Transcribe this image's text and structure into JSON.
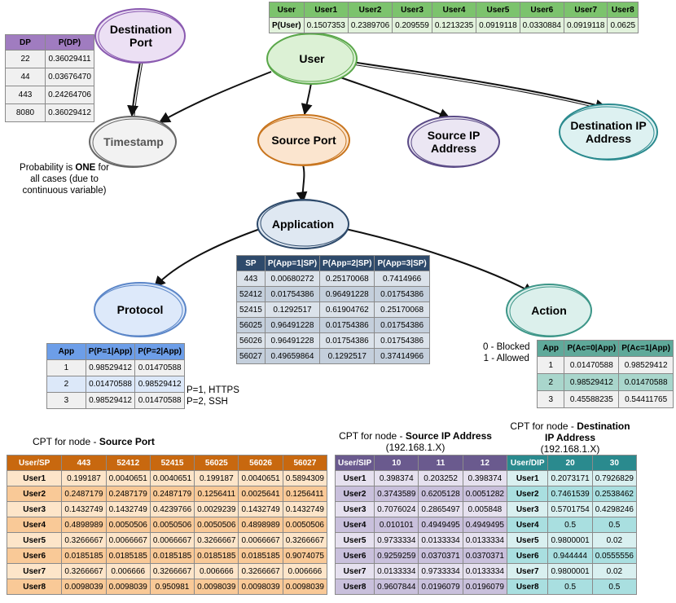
{
  "nodes": {
    "destination_port": "Destination Port",
    "user": "User",
    "timestamp": "Timestamp",
    "source_port": "Source Port",
    "source_ip": "Source IP Address",
    "destination_ip": "Destination IP Address",
    "application": "Application",
    "protocol": "Protocol",
    "action": "Action"
  },
  "colors": {
    "dp_header": "#a07cc0",
    "user_header": "#7cc36d",
    "sp_small_header": "#2e4a6b",
    "protocol_header": "#6d9ee8",
    "action_header": "#5fa99a",
    "cpt_sp_header": "#c8680f",
    "cpt_sip_header": "#6a5a8e",
    "cpt_dip_header": "#2a8a8e"
  },
  "user_table": {
    "headers": [
      "User",
      "User1",
      "User2",
      "User3",
      "User4",
      "User5",
      "User6",
      "User7",
      "User8"
    ],
    "row_label": "P(User)",
    "values": [
      "0.1507353",
      "0.2389706",
      "0.209559",
      "0.1213235",
      "0.0919118",
      "0.0330884",
      "0.0919118",
      "0.0625"
    ]
  },
  "dp_table": {
    "headers": [
      "DP",
      "P(DP)"
    ],
    "rows": [
      [
        "22",
        "0.36029411"
      ],
      [
        "44",
        "0.03676470"
      ],
      [
        "443",
        "0.24264706"
      ],
      [
        "8080",
        "0.36029412"
      ]
    ]
  },
  "timestamp_note": {
    "line1_pre": "Probability is ",
    "line1_bold": "ONE",
    "line1_post": " for",
    "line2": "all cases (due to",
    "line3": "continuous variable)"
  },
  "app_table": {
    "headers": [
      "SP",
      "P(App=1|SP)",
      "P(App=2|SP)",
      "P(App=3|SP)"
    ],
    "rows": [
      [
        "443",
        "0.00680272",
        "0.25170068",
        "0.7414966"
      ],
      [
        "52412",
        "0.01754386",
        "0.96491228",
        "0.01754386"
      ],
      [
        "52415",
        "0.1292517",
        "0.61904762",
        "0.25170068"
      ],
      [
        "56025",
        "0.96491228",
        "0.01754386",
        "0.01754386"
      ],
      [
        "56026",
        "0.96491228",
        "0.01754386",
        "0.01754386"
      ],
      [
        "56027",
        "0.49659864",
        "0.1292517",
        "0.37414966"
      ]
    ]
  },
  "protocol_table": {
    "headers": [
      "App",
      "P(P=1|App)",
      "P(P=2|App)"
    ],
    "rows": [
      [
        "1",
        "0.98529412",
        "0.01470588"
      ],
      [
        "2",
        "0.01470588",
        "0.98529412"
      ],
      [
        "3",
        "0.98529412",
        "0.01470588"
      ]
    ]
  },
  "protocol_note": {
    "line1": "P=1, HTTPS",
    "line2": "P=2, SSH"
  },
  "action_note": {
    "line1": "0 - Blocked",
    "line2": "1 - Allowed"
  },
  "action_table": {
    "headers": [
      "App",
      "P(Ac=0|App)",
      "P(Ac=1|App)"
    ],
    "rows": [
      [
        "1",
        "0.01470588",
        "0.98529412"
      ],
      [
        "2",
        "0.98529412",
        "0.01470588"
      ],
      [
        "3",
        "0.45588235",
        "0.54411765"
      ]
    ]
  },
  "cpt_sp": {
    "caption_pre": "CPT for node - ",
    "caption_bold": "Source Port",
    "headers": [
      "User/SP",
      "443",
      "52412",
      "52415",
      "56025",
      "56026",
      "56027"
    ],
    "rows": [
      [
        "User1",
        "0.199187",
        "0.0040651",
        "0.0040651",
        "0.199187",
        "0.0040651",
        "0.5894309"
      ],
      [
        "User2",
        "0.2487179",
        "0.2487179",
        "0.2487179",
        "0.1256411",
        "0.0025641",
        "0.1256411"
      ],
      [
        "User3",
        "0.1432749",
        "0.1432749",
        "0.4239766",
        "0.0029239",
        "0.1432749",
        "0.1432749"
      ],
      [
        "User4",
        "0.4898989",
        "0.0050506",
        "0.0050506",
        "0.0050506",
        "0.4898989",
        "0.0050506"
      ],
      [
        "User5",
        "0.3266667",
        "0.0066667",
        "0.0066667",
        "0.3266667",
        "0.0066667",
        "0.3266667"
      ],
      [
        "User6",
        "0.0185185",
        "0.0185185",
        "0.0185185",
        "0.0185185",
        "0.0185185",
        "0.9074075"
      ],
      [
        "User7",
        "0.3266667",
        "0.006666",
        "0.3266667",
        "0.006666",
        "0.3266667",
        "0.006666"
      ],
      [
        "User8",
        "0.0098039",
        "0.0098039",
        "0.950981",
        "0.0098039",
        "0.0098039",
        "0.0098039"
      ]
    ]
  },
  "cpt_sip": {
    "caption_pre": "CPT for node - ",
    "caption_bold": "Source IP Address",
    "caption_line2": "(192.168.1.X)",
    "headers": [
      "User/SIP",
      "10",
      "11",
      "12"
    ],
    "rows": [
      [
        "User1",
        "0.398374",
        "0.203252",
        "0.398374"
      ],
      [
        "User2",
        "0.3743589",
        "0.6205128",
        "0.0051282"
      ],
      [
        "User3",
        "0.7076024",
        "0.2865497",
        "0.005848"
      ],
      [
        "User4",
        "0.010101",
        "0.4949495",
        "0.4949495"
      ],
      [
        "User5",
        "0.9733334",
        "0.0133334",
        "0.0133334"
      ],
      [
        "User6",
        "0.9259259",
        "0.0370371",
        "0.0370371"
      ],
      [
        "User7",
        "0.0133334",
        "0.9733334",
        "0.0133334"
      ],
      [
        "User8",
        "0.9607844",
        "0.0196079",
        "0.0196079"
      ]
    ]
  },
  "cpt_dip": {
    "caption_pre": "CPT for node - ",
    "caption_bold1": "Destination",
    "caption_bold2": "IP Address",
    "caption_line3": "(192.168.1.X)",
    "headers": [
      "User/DIP",
      "20",
      "30"
    ],
    "rows": [
      [
        "User1",
        "0.2073171",
        "0.7926829"
      ],
      [
        "User2",
        "0.7461539",
        "0.2538462"
      ],
      [
        "User3",
        "0.5701754",
        "0.4298246"
      ],
      [
        "User4",
        "0.5",
        "0.5"
      ],
      [
        "User5",
        "0.9800001",
        "0.02"
      ],
      [
        "User6",
        "0.944444",
        "0.0555556"
      ],
      [
        "User7",
        "0.9800001",
        "0.02"
      ],
      [
        "User8",
        "0.5",
        "0.5"
      ]
    ]
  }
}
